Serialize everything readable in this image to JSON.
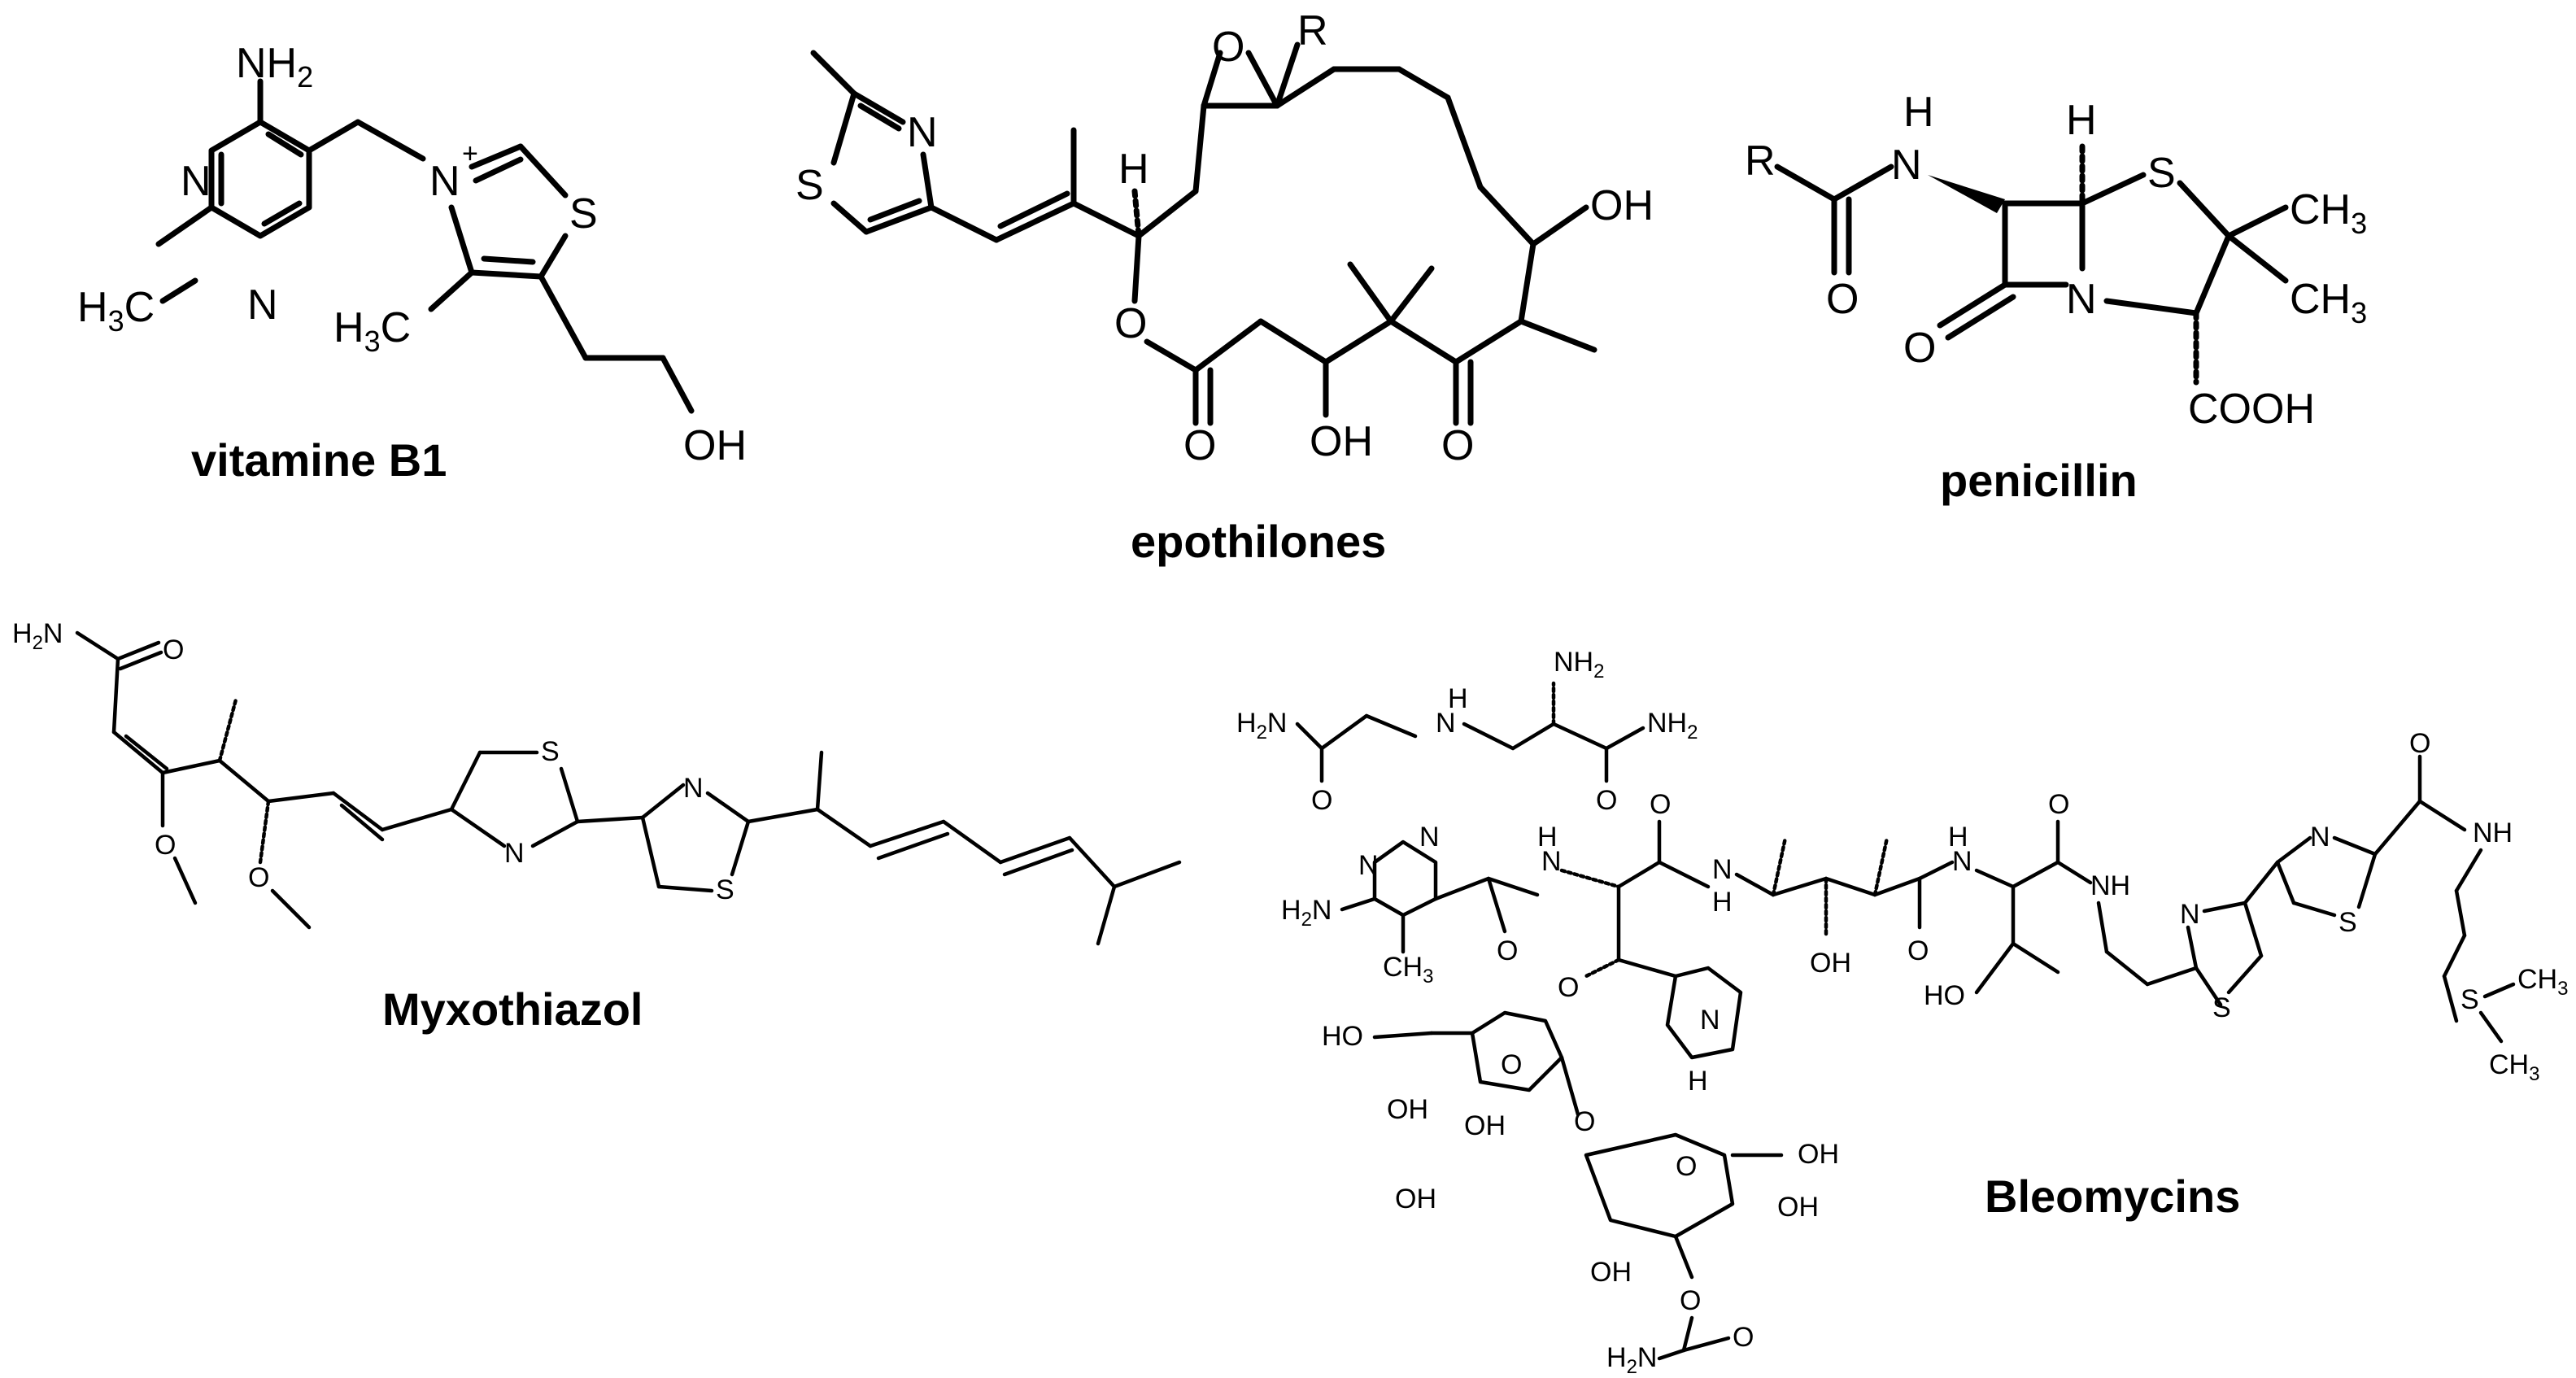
{
  "captions": {
    "vitamine_b1": "vitamine B1",
    "epothilones": "epothilones",
    "penicillin": "penicillin",
    "myxothiazol": "Myxothiazol",
    "bleomycins": "Bleomycins"
  },
  "labels": {
    "nh2": "NH",
    "h3c": "H",
    "n": "N",
    "s": "S",
    "o": "O",
    "oh": "OH",
    "h": "H",
    "r": "R",
    "ch3": "CH",
    "cooh": "COOH",
    "h2n": "H",
    "sub2": "2",
    "sub3": "3",
    "plus": "+",
    "ho": "HO",
    "nh": "NH"
  }
}
